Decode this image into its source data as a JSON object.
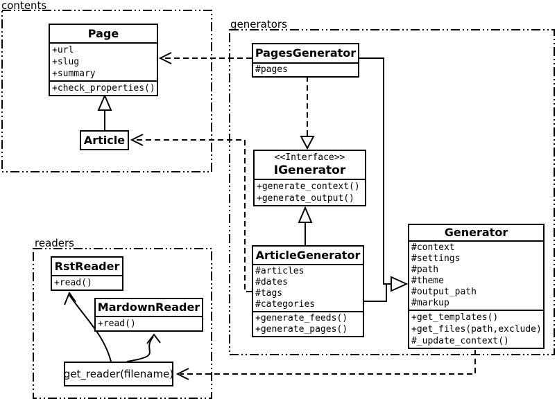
{
  "packages": {
    "contents": {
      "label": "contents"
    },
    "generators": {
      "label": "generators"
    },
    "readers": {
      "label": "readers"
    }
  },
  "classes": {
    "page": {
      "name": "Page",
      "attributes": [
        "+url",
        "+slug",
        "+summary"
      ],
      "methods": [
        "+check_properties()"
      ]
    },
    "article": {
      "name": "Article"
    },
    "pages_generator": {
      "name": "PagesGenerator",
      "attributes": [
        "#pages"
      ]
    },
    "igenerator": {
      "stereotype": "<<Interface>>",
      "name": "IGenerator",
      "methods": [
        "+generate_context()",
        "+generate_output()"
      ]
    },
    "article_generator": {
      "name": "ArticleGenerator",
      "attributes": [
        "#articles",
        "#dates",
        "#tags",
        "#categories"
      ],
      "methods": [
        "+generate_feeds()",
        "+generate_pages()"
      ]
    },
    "generator": {
      "name": "Generator",
      "attributes": [
        "#context",
        "#settings",
        "#path",
        "#theme",
        "#output_path",
        "#markup"
      ],
      "methods": [
        "+get_templates()",
        "+get_files(path,exclude)",
        "#_update_context()"
      ]
    },
    "rst_reader": {
      "name": "RstReader",
      "methods": [
        "+read()"
      ]
    },
    "mardown_reader": {
      "name": "MardownReader",
      "methods": [
        "+read()"
      ]
    },
    "get_reader": {
      "label": "get_reader(filename)"
    }
  },
  "relationships": [
    {
      "from": "PagesGenerator",
      "to": "Page",
      "type": "dependency-dashed"
    },
    {
      "from": "ArticleGenerator",
      "to": "Article",
      "type": "dependency-dashed"
    },
    {
      "from": "PagesGenerator",
      "to": "IGenerator",
      "type": "realization-dashed-triangle"
    },
    {
      "from": "ArticleGenerator",
      "to": "IGenerator",
      "type": "generalization-triangle"
    },
    {
      "from": "PagesGenerator",
      "to": "Generator",
      "type": "generalization-triangle"
    },
    {
      "from": "ArticleGenerator",
      "to": "Generator",
      "type": "generalization-triangle"
    },
    {
      "from": "Article",
      "to": "Page",
      "type": "generalization-triangle"
    },
    {
      "from": "Generator",
      "to": "get_reader(filename)",
      "type": "dependency-dashed"
    },
    {
      "from": "get_reader(filename)",
      "to": "RstReader",
      "type": "curved-arrow"
    },
    {
      "from": "get_reader(filename)",
      "to": "MardownReader",
      "type": "curved-arrow"
    }
  ],
  "colors": {
    "line": "#000000",
    "background": "#ffffff"
  }
}
